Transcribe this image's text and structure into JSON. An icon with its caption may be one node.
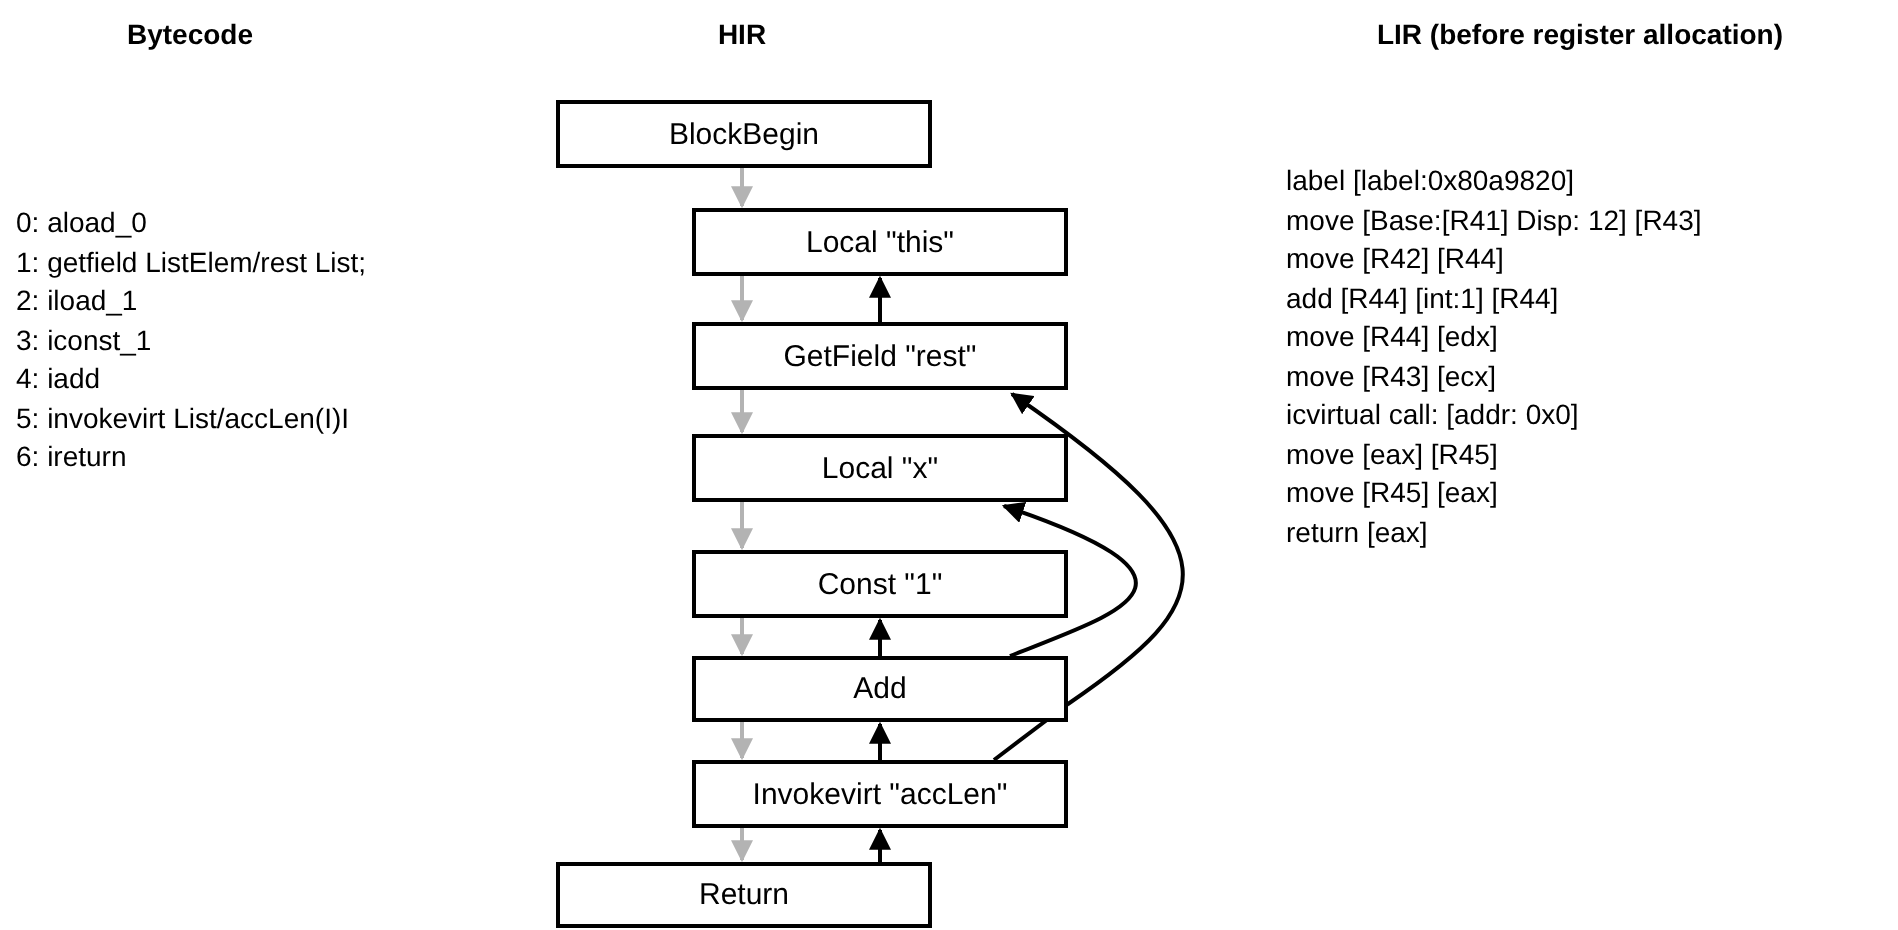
{
  "diagram": {
    "nodes": [
      {
        "text": [
          "BlockBegin"
        ]
      },
      {
        "text": [
          "Local \"this\""
        ]
      },
      {
        "text": [
          "GetField \"rest\""
        ]
      },
      {
        "text": [
          "Local \"x\""
        ]
      },
      {
        "text": [
          "Const \"1\""
        ]
      },
      {
        "text": [
          "Add"
        ]
      },
      {
        "text": [
          "Invokevirt \"accLen\""
        ]
      },
      {
        "text": [
          "Return"
        ]
      }
    ],
    "edges": [
      {
        "from": 0,
        "to": 1,
        "arrow": "to"
      },
      {
        "from": 1,
        "to": 2,
        "arrow": "to"
      },
      {
        "from": 2,
        "to": 3,
        "arrow": "to"
      },
      {
        "from": 3,
        "to": 4,
        "arrow": "to"
      },
      {
        "from": 4,
        "to": 5,
        "arrow": "to"
      },
      {
        "from": 5,
        "to": 6,
        "arrow": "to"
      },
      {
        "from": 6,
        "to": 7,
        "arrow": "to"
      },
      {
        "from": 2,
        "to": 1,
        "arrow": "to",
        "color": "#000000"
      },
      {
        "from": 5,
        "to": 4,
        "arrow": "to",
        "color": "#000000"
      },
      {
        "from": 5,
        "to": 3,
        "arrow": "to",
        "color": "#000000"
      },
      {
        "from": 6,
        "to": 5,
        "arrow": "to",
        "color": "#000000"
      },
      {
        "from": 6,
        "to": 2,
        "arrow": "to",
        "color": "#000000"
      },
      {
        "from": 7,
        "to": 6,
        "arrow": "to",
        "color": "#000000"
      }
    ],
    "labels": [
      "Bytecode",
      "HIR",
      "LIR (before register allocation)",
      "0: aload_0",
      "1: getfield ListElem/rest List;",
      "2: iload_1",
      "3: iconst_1",
      "4: iadd",
      "5: invokevirt List/accLen(I)I",
      "6: ireturn",
      "label [label:0x80a9820]",
      "move [Base:[R41] Disp: 12] [R43]",
      "move [R42] [R44]",
      "add [R44] [int:1] [R44]",
      "move [R44] [edx]",
      "move [R43] [ecx]",
      "icvirtual call: [addr: 0x0]",
      "move [eax] [R45]",
      "move [R45] [eax]",
      "return [eax]"
    ]
  }
}
